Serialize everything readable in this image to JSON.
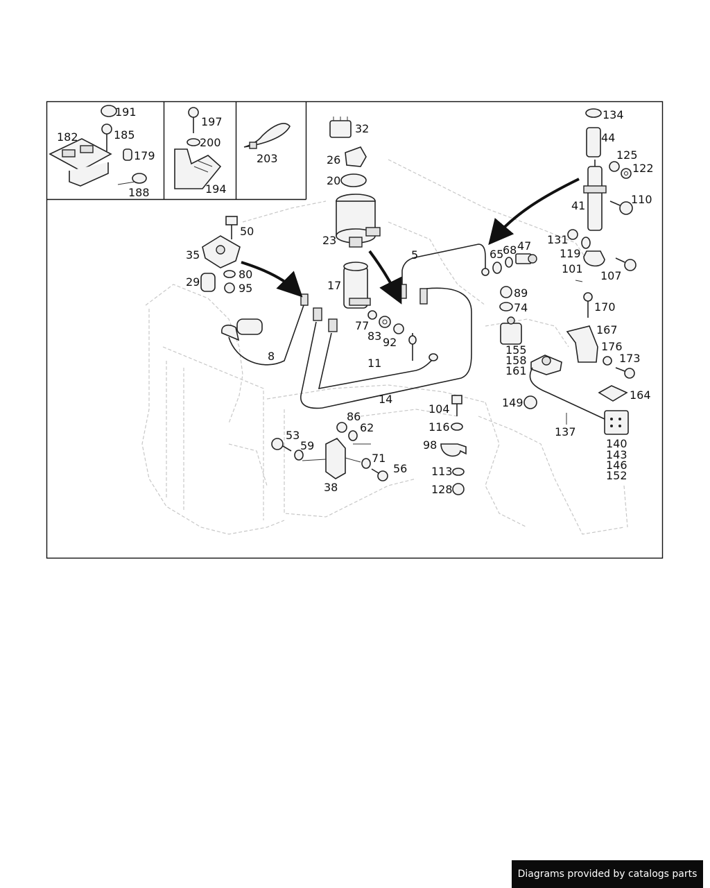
{
  "labels": [
    {
      "t": "191"
    },
    {
      "t": "182"
    },
    {
      "t": "185"
    },
    {
      "t": "179"
    },
    {
      "t": "188"
    },
    {
      "t": "197"
    },
    {
      "t": "200"
    },
    {
      "t": "194"
    },
    {
      "t": "203"
    },
    {
      "t": "32"
    },
    {
      "t": "26"
    },
    {
      "t": "20"
    },
    {
      "t": "23"
    },
    {
      "t": "17"
    },
    {
      "t": "134"
    },
    {
      "t": "44"
    },
    {
      "t": "125"
    },
    {
      "t": "122"
    },
    {
      "t": "110"
    },
    {
      "t": "41"
    },
    {
      "t": "50"
    },
    {
      "t": "35"
    },
    {
      "t": "29"
    },
    {
      "t": "80"
    },
    {
      "t": "95"
    },
    {
      "t": "5"
    },
    {
      "t": "65"
    },
    {
      "t": "68"
    },
    {
      "t": "47"
    },
    {
      "t": "131"
    },
    {
      "t": "119"
    },
    {
      "t": "101"
    },
    {
      "t": "107"
    },
    {
      "t": "89"
    },
    {
      "t": "74"
    },
    {
      "t": "170"
    },
    {
      "t": "167"
    },
    {
      "t": "176"
    },
    {
      "t": "173"
    },
    {
      "t": "155"
    },
    {
      "t": "158"
    },
    {
      "t": "161"
    },
    {
      "t": "77"
    },
    {
      "t": "83"
    },
    {
      "t": "92"
    },
    {
      "t": "8"
    },
    {
      "t": "11"
    },
    {
      "t": "14"
    },
    {
      "t": "164"
    },
    {
      "t": "149"
    },
    {
      "t": "137"
    },
    {
      "t": "140"
    },
    {
      "t": "143"
    },
    {
      "t": "146"
    },
    {
      "t": "152"
    },
    {
      "t": "104"
    },
    {
      "t": "116"
    },
    {
      "t": "98"
    },
    {
      "t": "113"
    },
    {
      "t": "128"
    },
    {
      "t": "86"
    },
    {
      "t": "62"
    },
    {
      "t": "53"
    },
    {
      "t": "59"
    },
    {
      "t": "71"
    },
    {
      "t": "56"
    },
    {
      "t": "38"
    }
  ],
  "footer": {
    "text": "Diagrams provided by catalogs parts"
  }
}
